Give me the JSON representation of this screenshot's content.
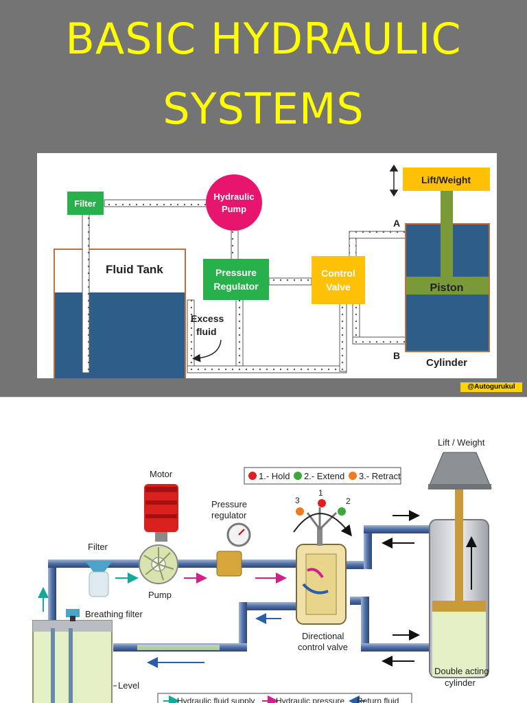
{
  "header": {
    "title_line1": "BASIC HYDRAULIC",
    "title_line2": "SYSTEMS"
  },
  "credit": "@Autogurukul",
  "diagram1": {
    "filter": "Filter",
    "pump_line1": "Hydraulic",
    "pump_line2": "Pump",
    "tank": "Fluid Tank",
    "regulator_line1": "Pressure",
    "regulator_line2": "Regulator",
    "valve_line1": "Control",
    "valve_line2": "Valve",
    "lift": "Lift/Weight",
    "piston": "Piston",
    "cylinder": "Cylinder",
    "port_a": "A",
    "port_b": "B",
    "excess_line1": "Excess",
    "excess_line2": "fluid"
  },
  "diagram2": {
    "lift": "Lift / Weight",
    "motor": "Motor",
    "legend_hold": "1.- Hold",
    "legend_extend": "2.- Extend",
    "legend_retract": "3.- Retract",
    "pos1": "1",
    "pos2": "2",
    "pos3": "3",
    "regulator_line1": "Pressure",
    "regulator_line2": "regulator",
    "filter": "Filter",
    "pump": "Pump",
    "breathing_filter": "Breathing filter",
    "valve_line1": "Directional",
    "valve_line2": "control valve",
    "cylinder_line1": "Double acting",
    "cylinder_line2": "cylinder",
    "level": "Level",
    "key_supply": "Hydraulic fluid supply",
    "key_pressure": "Hydraulic pressure",
    "key_return": "Return fluid"
  },
  "colors": {
    "title": "#ffff00",
    "background": "#747474",
    "filter_green": "#27b04b",
    "pump_pink": "#e8156f",
    "valve_yellow": "#ffc107",
    "fluid_blue": "#2e5d8a",
    "piston_green": "#7a9a3a",
    "supply_arrow": "#12a89a",
    "pressure_arrow": "#d0208a",
    "return_arrow": "#2b5ea8"
  },
  "icons": [
    "double-arrow-icon",
    "gauge-icon",
    "gear-icon",
    "arrow-icon"
  ]
}
